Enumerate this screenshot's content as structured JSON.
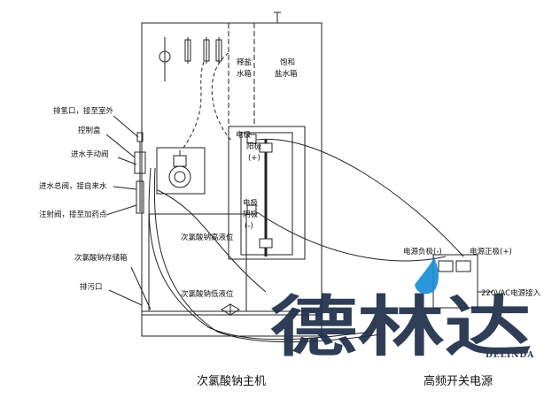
{
  "labels": {
    "salt_tank": [
      "释盐",
      "水箱"
    ],
    "saturated_tank": [
      "饱和",
      "盐水箱"
    ],
    "vent": "排氢口，接至室外",
    "control_box": "控制盒",
    "inlet_valve": "进水手动阀",
    "main_inlet": "进水总阀，接自来水",
    "injection": "注射阀，接至加药点",
    "storage_tank": "次氯酸钠存储箱",
    "drain": "排污口",
    "high_level": "次氯酸钠高液位",
    "low_level": "次氯酸钠低液位",
    "anode": [
      "电极",
      "阳极",
      "(+)"
    ],
    "cathode": [
      "电极",
      "阴极",
      "(-)"
    ],
    "psu_negative": "电源负极(-)",
    "psu_positive": "电源正极(+)",
    "ac_input": "220VAC电源接入"
  },
  "captions": {
    "main_unit": "次氯酸钠主机",
    "power_supply": "高频开关电源"
  },
  "watermark": {
    "text": "德林达",
    "brand": "DELINDA",
    "accent_color": "#1a8fd8"
  }
}
